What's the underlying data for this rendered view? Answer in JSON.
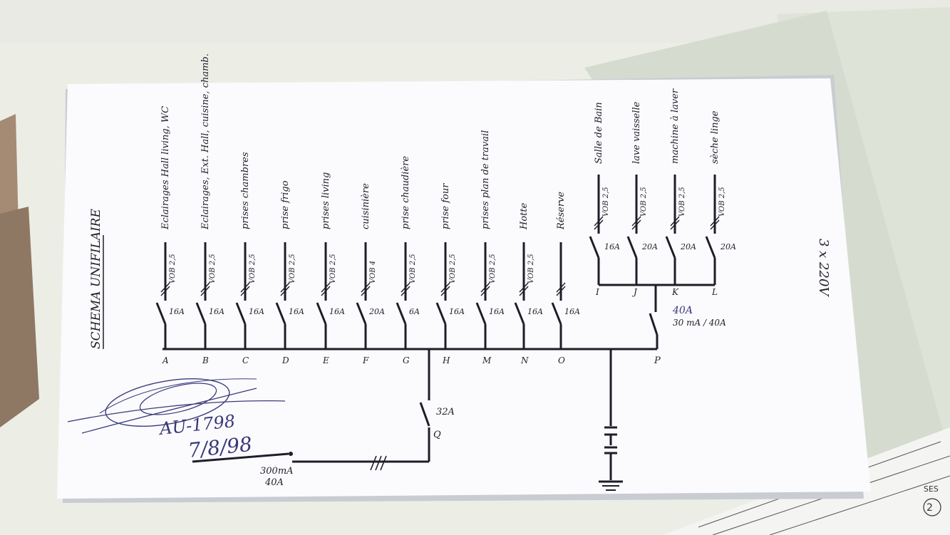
{
  "title": "SCHEMA UNIFILAIRE",
  "supply": "3 x 220V",
  "circuits": [
    {
      "id": "A",
      "label": "Eclairages Hall living, WC",
      "cable": "VOB 2,5",
      "rating": "16A"
    },
    {
      "id": "B",
      "label": "Eclairages, Ext. Hall, cuisine, chamb.",
      "cable": "VOB 2,5",
      "rating": "16A"
    },
    {
      "id": "C",
      "label": "prises chambres",
      "cable": "VOB 2,5",
      "rating": "16A"
    },
    {
      "id": "D",
      "label": "prise frigo",
      "cable": "VOB 2,5",
      "rating": "16A"
    },
    {
      "id": "E",
      "label": "prises living",
      "cable": "VOB 2,5",
      "rating": "16A"
    },
    {
      "id": "F",
      "label": "cuisinière",
      "cable": "VOB 4",
      "rating": "20A"
    },
    {
      "id": "G",
      "label": "prise chaudière",
      "cable": "VOB 2,5",
      "rating": "6A"
    },
    {
      "id": "H",
      "label": "prise four",
      "cable": "VOB 2,5",
      "rating": "16A"
    },
    {
      "id": "M",
      "label": "prises plan de travail",
      "cable": "VOB 2,5",
      "rating": "16A"
    },
    {
      "id": "N",
      "label": "Hotte",
      "cable": "VOB 2,5",
      "rating": "16A"
    },
    {
      "id": "O",
      "label": "Réserve",
      "cable": "",
      "rating": "16A"
    }
  ],
  "diff_circuits": [
    {
      "id": "I",
      "label": "Salle de Bain",
      "cable": "VOB 2,5",
      "rating": "16A"
    },
    {
      "id": "J",
      "label": "lave vaisselle",
      "cable": "VOB 2,5",
      "rating": "20A"
    },
    {
      "id": "K",
      "label": "machine à laver",
      "cable": "VOB 2,5",
      "rating": "20A"
    },
    {
      "id": "L",
      "label": "sèche linge",
      "cable": "VOB 2,5",
      "rating": "20A"
    }
  ],
  "diff_p": {
    "id": "P",
    "rating": "40A",
    "sensitivity": "30 mA / 40A"
  },
  "breaker_q": {
    "id": "Q",
    "rating": "32A"
  },
  "main_breaker": {
    "sensitivity": "300mA",
    "rating": "40A"
  },
  "stamp": {
    "ref": "AU-1798",
    "date": "7/8/98"
  },
  "colors": {
    "paper": "#fbfbfd",
    "ink": "#1e1e2a",
    "blue_ink": "#39387a",
    "background": "#eceee6"
  }
}
